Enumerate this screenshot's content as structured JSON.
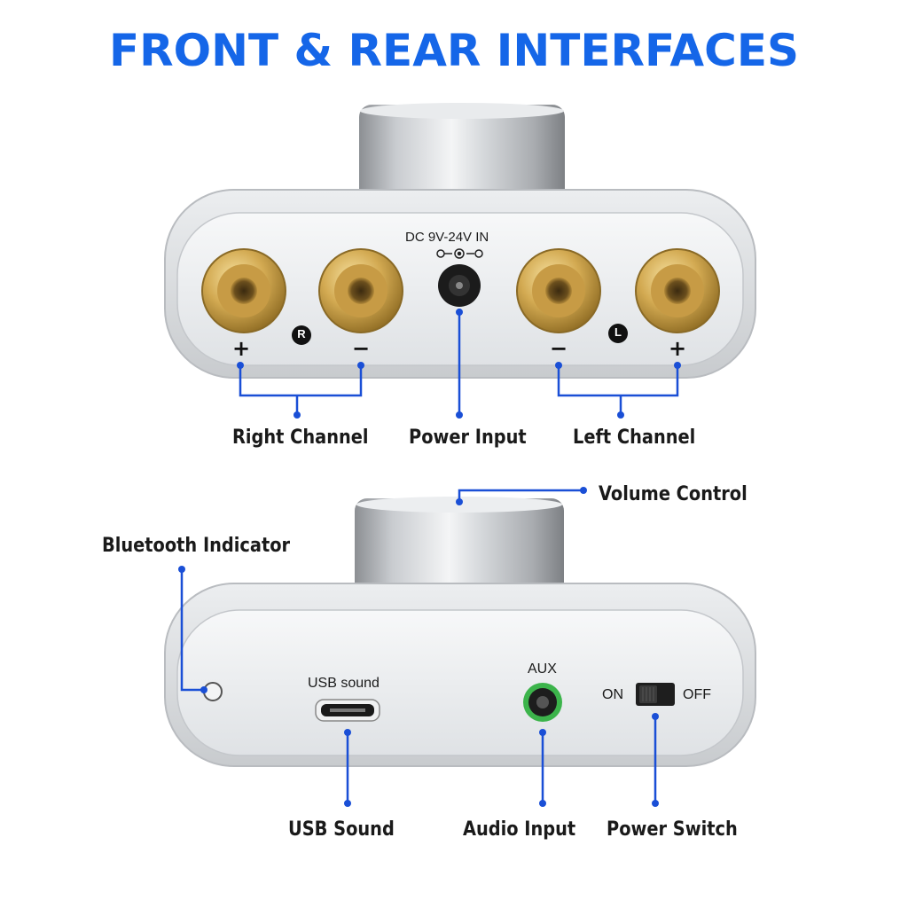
{
  "title": "FRONT & REAR INTERFACES",
  "colors": {
    "title": "#1566e8",
    "callout": "#1a4fd6",
    "brass": "#c9a24a",
    "aluminum": "#d9dcdf",
    "aux_ring": "#3cb44b"
  },
  "rear_panel": {
    "dc_label": "DC 9V-24V IN",
    "right_mark": "R",
    "left_mark": "L",
    "plus": "+",
    "minus": "−",
    "callouts": {
      "right_channel": "Right Channel",
      "power_input": "Power Input",
      "left_channel": "Left Channel"
    }
  },
  "front_panel": {
    "usb_label": "USB sound",
    "aux_label": "AUX",
    "switch_on": "ON",
    "switch_off": "OFF",
    "callouts": {
      "volume_control": "Volume Control",
      "bluetooth_indicator": "Bluetooth Indicator",
      "usb_sound": "USB Sound",
      "audio_input": "Audio Input",
      "power_switch": "Power Switch"
    }
  }
}
